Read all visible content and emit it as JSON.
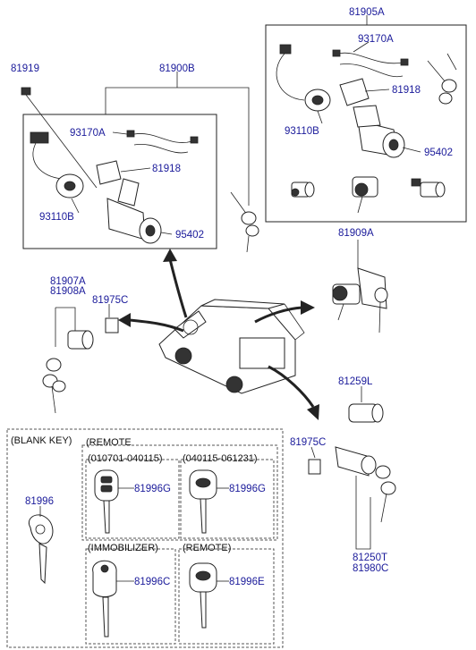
{
  "labels": {
    "p81905A": "81905A",
    "p93170A_r": "93170A",
    "p81918_r": "81918",
    "p93110B_r": "93110B",
    "p95402_r": "95402",
    "p81919": "81919",
    "p81900B": "81900B",
    "p93170A_l": "93170A",
    "p81918_l": "81918",
    "p93110B_l": "93110B",
    "p95402_l": "95402",
    "p81909A": "81909A",
    "p81907A": "81907A",
    "p81908A": "81908A",
    "p81975C_l": "81975C",
    "p81259L": "81259L",
    "p81975C_r": "81975C",
    "p81250T": "81250T",
    "p81980C": "81980C",
    "p81996": "81996",
    "p81996G_1": "81996G",
    "p81996G_2": "81996G",
    "p81996C": "81996C",
    "p81996E": "81996E"
  },
  "key_panel": {
    "blank_key": "(BLANK KEY)",
    "remote": "(REMOTE",
    "date_1": "(010701-040115)",
    "date_2": "(040115-061231)",
    "immobilizer": "(IMMOBILIZER)",
    "remote_2": "(REMOTE)"
  }
}
